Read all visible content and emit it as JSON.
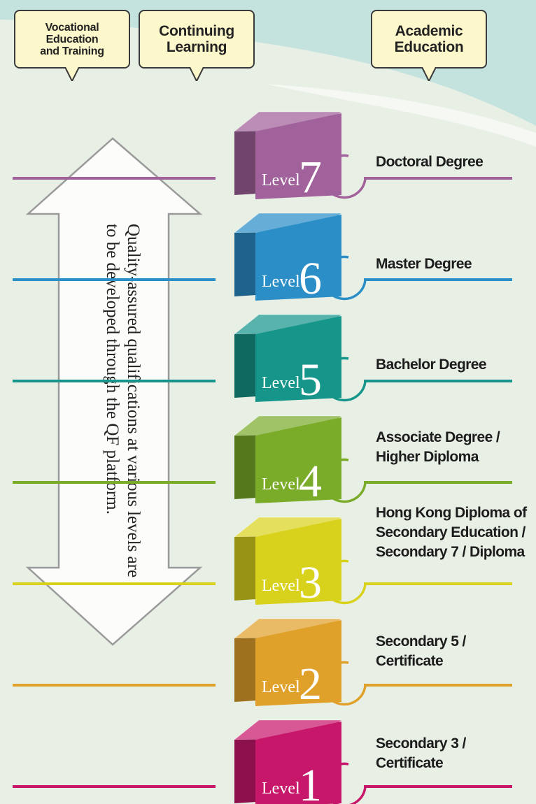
{
  "header": {
    "vocational": "Vocational\nEducation\nand Training",
    "continuing": "Continuing\nLearning",
    "academic": "Academic\nEducation"
  },
  "arrow_text": "Quality-assured qualifications at various levels are\nto be developed through the QF platform.",
  "level_word": "Level",
  "levels": [
    {
      "number": "7",
      "qualification": "Doctoral Degree",
      "color": "#a1619a"
    },
    {
      "number": "6",
      "qualification": "Master Degree",
      "color": "#2b8ec7"
    },
    {
      "number": "5",
      "qualification": "Bachelor Degree",
      "color": "#16968a"
    },
    {
      "number": "4",
      "qualification": "Associate Degree /\nHigher Diploma",
      "color": "#7aac2a"
    },
    {
      "number": "3",
      "qualification": "Hong Kong Diploma of\nSecondary Education /\nSecondary 7 / Diploma",
      "color": "#d9d21c"
    },
    {
      "number": "2",
      "qualification": "Secondary 5 /\nCertificate",
      "color": "#e0a12b"
    },
    {
      "number": "1",
      "qualification": "Secondary 3 /\nCertificate",
      "color": "#c7176b"
    }
  ]
}
